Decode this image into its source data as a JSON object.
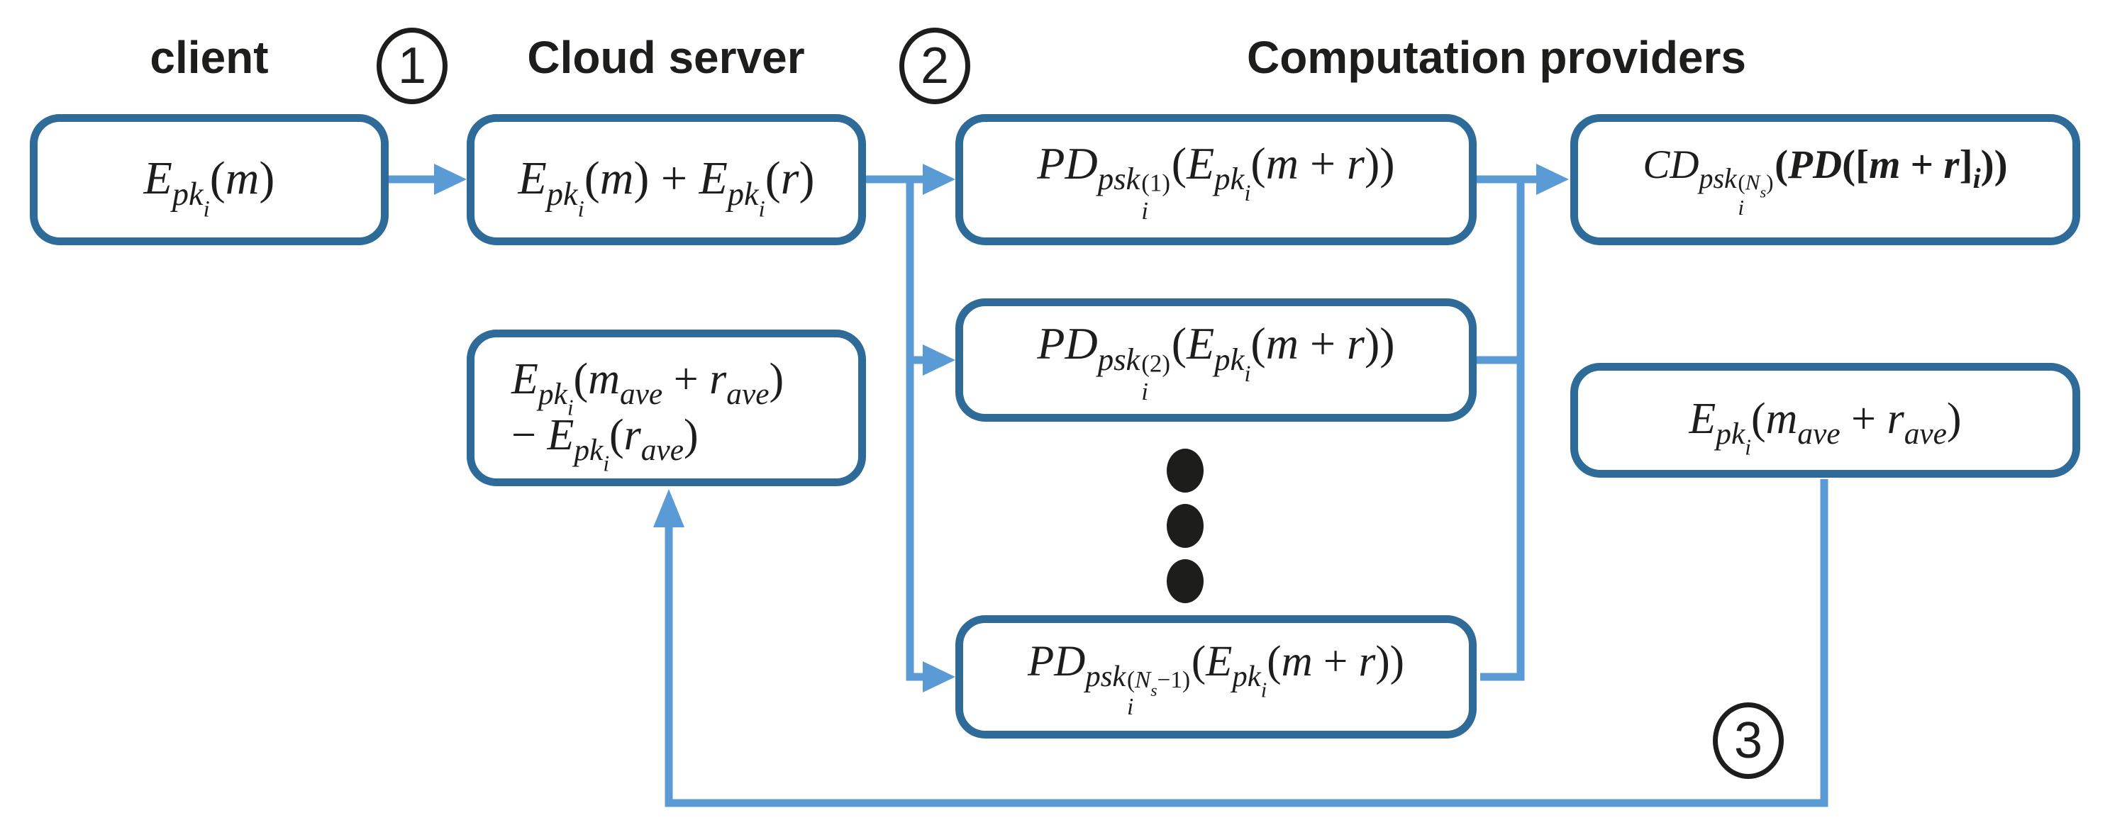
{
  "columns": {
    "client": "client",
    "cloud_server": "Cloud server",
    "computation_providers": "Computation providers"
  },
  "steps": [
    {
      "label": "1"
    },
    {
      "label": "2"
    },
    {
      "label": "3"
    }
  ],
  "nodes": {
    "client_ciphertext": {
      "text": "E_pk_i(m)",
      "html": "<i>E</i><sub><i>pk</i><sub><i>i</i></sub></sub>(<i>m</i>)"
    },
    "cloud_masked_sum": {
      "text": "E_pk_i(m) + E_pk_i(r)",
      "html": "<i>E</i><sub><i>pk</i><sub><i>i</i></sub></sub>(<i>m</i>) + <i>E</i><sub><i>pk</i><sub><i>i</i></sub></sub>(<i>r</i>)"
    },
    "partial_decrypt_1": {
      "text": "PD_psk_i^(1)(E_pk_i(m + r))",
      "html": "<i>PD</i><sub><i>psk</i><span class='ss'><span class='up'>(1)</span><span class='dn'><i>i</i></span></span></sub>(<i>E</i><sub><i>pk</i><sub><i>i</i></sub></sub>(<i>m</i> + <i>r</i>))"
    },
    "partial_decrypt_2": {
      "text": "PD_psk_i^(2)(E_pk_i(m + r))",
      "html": "<i>PD</i><sub><i>psk</i><span class='ss'><span class='up'>(2)</span><span class='dn'><i>i</i></span></span></sub>(<i>E</i><sub><i>pk</i><sub><i>i</i></sub></sub>(<i>m</i> + <i>r</i>))"
    },
    "partial_decrypt_ns_minus_1": {
      "text": "PD_psk_i^(N_s−1)(E_pk_i(m + r))",
      "html": "<i>PD</i><sub><i>psk</i><span class='ss'><span class='up'>(<i>N</i><sub><i>s</i></sub>−1)</span><span class='dn'><i>i</i></span></span></sub>(<i>E</i><sub><i>pk</i><sub><i>i</i></sub></sub>(<i>m</i> + <i>r</i>))"
    },
    "combined_decrypt": {
      "text": "CD_psk_i^(N_s)(PD([m + r]_i))",
      "html": "<i>CD</i><sub><i>psk</i><span class='ss'><span class='up'>(<i>N</i><sub><i>s</i></sub>)</span><span class='dn'><i>i</i></span></span></sub><b>(<i>PD</i>([<i>m</i> + <i>r</i>]<sub><i>i</i></sub>))</b>"
    },
    "cloud_unmask": {
      "line1_text": "E_pk_i(m_ave + r_ave)",
      "line1_html": "<i>E</i><sub><i>pk</i><sub><i>i</i></sub></sub>(<i>m</i><sub><i>ave</i></sub> + <i>r</i><sub><i>ave</i></sub>)",
      "line2_text": "− E_pk_i(r_ave)",
      "line2_html": "− <i>E</i><sub><i>pk</i><sub><i>i</i></sub></sub>(<i>r</i><sub><i>ave</i></sub>)"
    },
    "average_ciphertext": {
      "text": "E_pk_i(m_ave + r_ave)",
      "html": "<i>E</i><sub><i>pk</i><sub><i>i</i></sub></sub>(<i>m</i><sub><i>ave</i></sub> + <i>r</i><sub><i>ave</i></sub>)"
    }
  },
  "ellipsis": {
    "dot_count": 3
  },
  "colors": {
    "node_border": "#2e6b99",
    "connector": "#5b9bd5",
    "ink": "#1d1d1b",
    "bg": "#ffffff"
  }
}
